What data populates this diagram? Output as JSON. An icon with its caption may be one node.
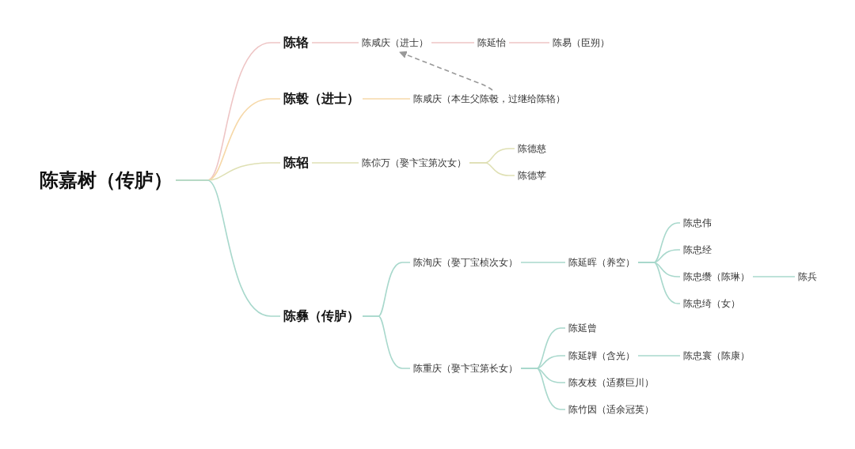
{
  "diagram": {
    "nodes": [
      {
        "text": [
          "陈嘉树（传胪）"
        ]
      },
      {
        "text": [
          "陈辂"
        ]
      },
      {
        "text": [
          "陈咸庆（进士）"
        ]
      },
      {
        "text": [
          "陈延怡"
        ]
      },
      {
        "text": [
          "陈易（臣朔）"
        ]
      },
      {
        "text": [
          "陈毂（进士）"
        ]
      },
      {
        "text": [
          "陈咸庆（本生父陈毂，过继给陈辂）"
        ]
      },
      {
        "text": [
          "陈轺"
        ]
      },
      {
        "text": [
          "陈倧万（娶卞宝第次女）"
        ]
      },
      {
        "text": [
          "陈德慈"
        ]
      },
      {
        "text": [
          "陈德苹"
        ]
      },
      {
        "text": [
          "陈彝（传胪）"
        ]
      },
      {
        "text": [
          "陈洵庆（娶丁宝桢次女）"
        ]
      },
      {
        "text": [
          "陈延晖（养空）"
        ]
      },
      {
        "text": [
          "陈忠伟"
        ]
      },
      {
        "text": [
          "陈忠经"
        ]
      },
      {
        "text": [
          "陈忠缵（陈琳）"
        ]
      },
      {
        "text": [
          "陈兵"
        ]
      },
      {
        "text": [
          "陈忠绮（女）"
        ]
      },
      {
        "text": [
          "陈重庆（娶卞宝第长女）"
        ]
      },
      {
        "text": [
          "陈延曾"
        ]
      },
      {
        "text": [
          "陈延韡（含光）"
        ]
      },
      {
        "text": [
          "陈忠寰（陈康）"
        ]
      },
      {
        "text": [
          "陈友枝（适蔡巨川）"
        ]
      },
      {
        "text": [
          "陈竹因（适余冠英）"
        ]
      }
    ],
    "edges": [
      {
        "from": 0,
        "to": 1,
        "arrow": "none",
        "color": "#eec5c5"
      },
      {
        "from": 1,
        "to": 2,
        "arrow": "none",
        "color": "#eec5c5"
      },
      {
        "from": 2,
        "to": 3,
        "arrow": "none",
        "color": "#eec5c5"
      },
      {
        "from": 3,
        "to": 4,
        "arrow": "none",
        "color": "#eec5c5"
      },
      {
        "from": 0,
        "to": 5,
        "arrow": "none",
        "color": "#f6d8a8"
      },
      {
        "from": 5,
        "to": 6,
        "arrow": "none",
        "color": "#f6d8a8"
      },
      {
        "from": 0,
        "to": 7,
        "arrow": "none",
        "color": "#dfe0b4"
      },
      {
        "from": 7,
        "to": 8,
        "arrow": "none",
        "color": "#dfe0b4"
      },
      {
        "from": 8,
        "to": 9,
        "arrow": "none",
        "color": "#dfe0b4"
      },
      {
        "from": 8,
        "to": 10,
        "arrow": "none",
        "color": "#dfe0b4"
      },
      {
        "from": 0,
        "to": 11,
        "arrow": "none"
      },
      {
        "from": 11,
        "to": 12,
        "arrow": "none"
      },
      {
        "from": 12,
        "to": 13,
        "arrow": "none"
      },
      {
        "from": 13,
        "to": 14,
        "arrow": "none"
      },
      {
        "from": 13,
        "to": 15,
        "arrow": "none"
      },
      {
        "from": 13,
        "to": 16,
        "arrow": "none"
      },
      {
        "from": 16,
        "to": 17,
        "arrow": "none"
      },
      {
        "from": 13,
        "to": 18,
        "arrow": "none"
      },
      {
        "from": 11,
        "to": 19,
        "arrow": "none"
      },
      {
        "from": 19,
        "to": 20,
        "arrow": "none"
      },
      {
        "from": 19,
        "to": 21,
        "arrow": "none"
      },
      {
        "from": 21,
        "to": 22,
        "arrow": "none"
      },
      {
        "from": 19,
        "to": 23,
        "arrow": "none"
      },
      {
        "from": 19,
        "to": 24,
        "arrow": "none"
      },
      {
        "from": 6,
        "to": 2,
        "arrow": "to",
        "style": "dashed",
        "color": "#999999"
      }
    ]
  }
}
